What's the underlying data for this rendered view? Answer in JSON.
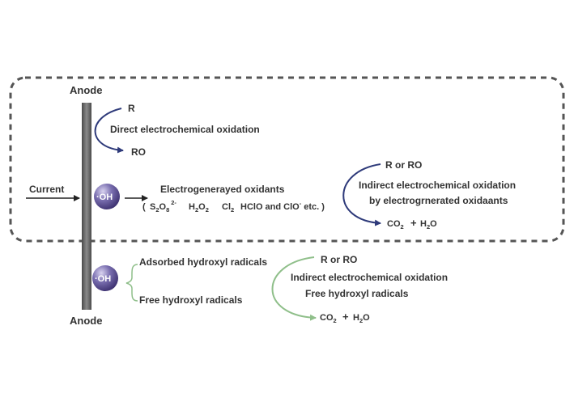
{
  "colors": {
    "dashed_box": "#555555",
    "electrode": "#6a6a6a",
    "navy_arrow": "#2e3a7a",
    "green_arrow": "#8fbf8a",
    "text": "#333333",
    "radical_fill": "#5b4f8e"
  },
  "labels": {
    "anode_top": "Anode",
    "anode_bottom": "Anode",
    "current": "Current",
    "oh_radical": "·OH",
    "r_top": "R",
    "direct_oxidation": "Direct electrochemical oxidation",
    "ro": "RO",
    "electrogenerated_oxidants": "Electrogenerayed oxidants",
    "oxidant_open_paren": "(",
    "s2o8_S": "S",
    "s2o8_sub2": "2",
    "s2o8_O": "O",
    "s2o8_sub8": "8",
    "s2o8_charge": "2-",
    "h2o2_H": "H",
    "h2o2_sub1": "2",
    "h2o2_O": "O",
    "h2o2_sub2": "2",
    "cl2_Cl": "Cl",
    "cl2_sub": "2",
    "hclo_clo": "HClO and ClO",
    "clo_charge": "-",
    "etc_close": "etc. )",
    "r_or_ro_1": "R or RO",
    "indirect_1": "Indirect electrochemical oxidation",
    "by_electro": "by electrogrnerated oxidaants",
    "co2_CO": "CO",
    "co2_sub": "2",
    "plus": "+",
    "h2o_H": "H",
    "h2o_sub": "2",
    "h2o_O": "O",
    "adsorbed": "Adsorbed hydroxyl radicals",
    "free": "Free hydroxyl radicals",
    "r_or_ro_2": "R or RO",
    "indirect_2": "Indirect electrochemical oxidation",
    "free_2": "Free hydroxyl radicals"
  }
}
